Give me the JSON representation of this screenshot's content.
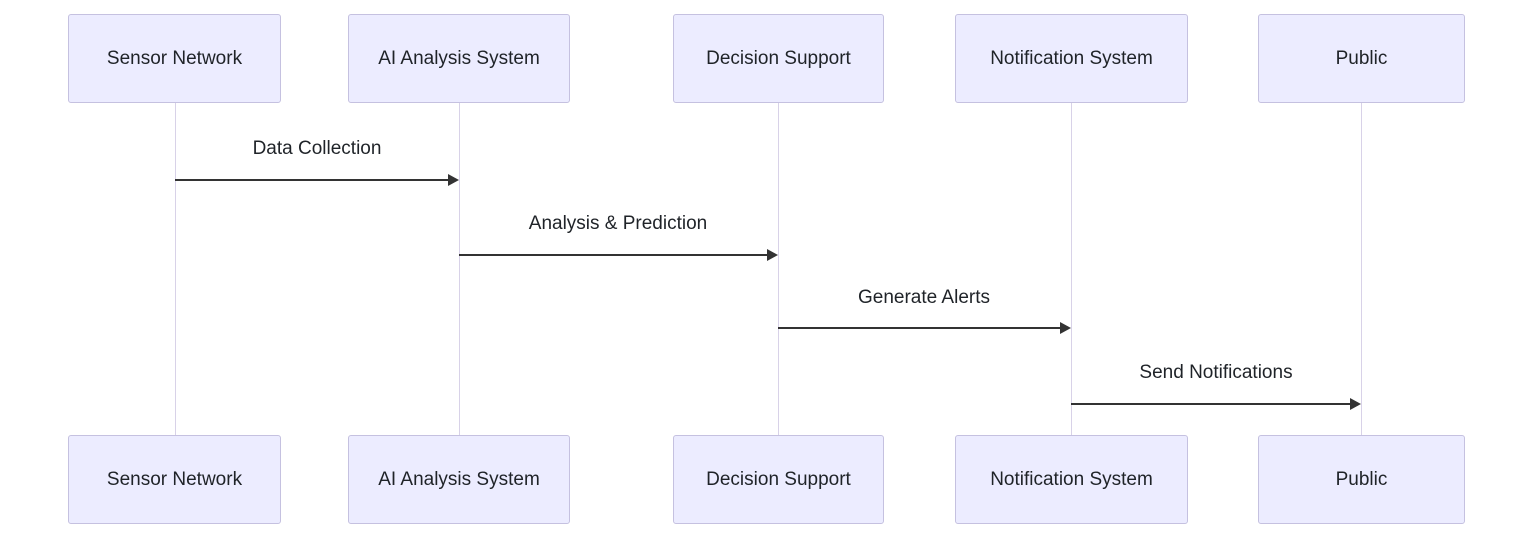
{
  "diagram": {
    "type": "sequence-diagram",
    "actors": [
      {
        "name": "Sensor Network"
      },
      {
        "name": "AI Analysis System"
      },
      {
        "name": "Decision Support"
      },
      {
        "name": "Notification System"
      },
      {
        "name": "Public"
      }
    ],
    "messages": [
      {
        "from": "Sensor Network",
        "to": "AI Analysis System",
        "label": "Data Collection"
      },
      {
        "from": "AI Analysis System",
        "to": "Decision Support",
        "label": "Analysis & Prediction"
      },
      {
        "from": "Decision Support",
        "to": "Notification System",
        "label": "Generate Alerts"
      },
      {
        "from": "Notification System",
        "to": "Public",
        "label": "Send Notifications"
      }
    ],
    "colors": {
      "actor_fill": "#ECECFF",
      "actor_border": "#c5c1e0",
      "lifeline_color": "#d8d2e8",
      "arrow_color": "#333333",
      "text_color": "#1f2328"
    }
  }
}
